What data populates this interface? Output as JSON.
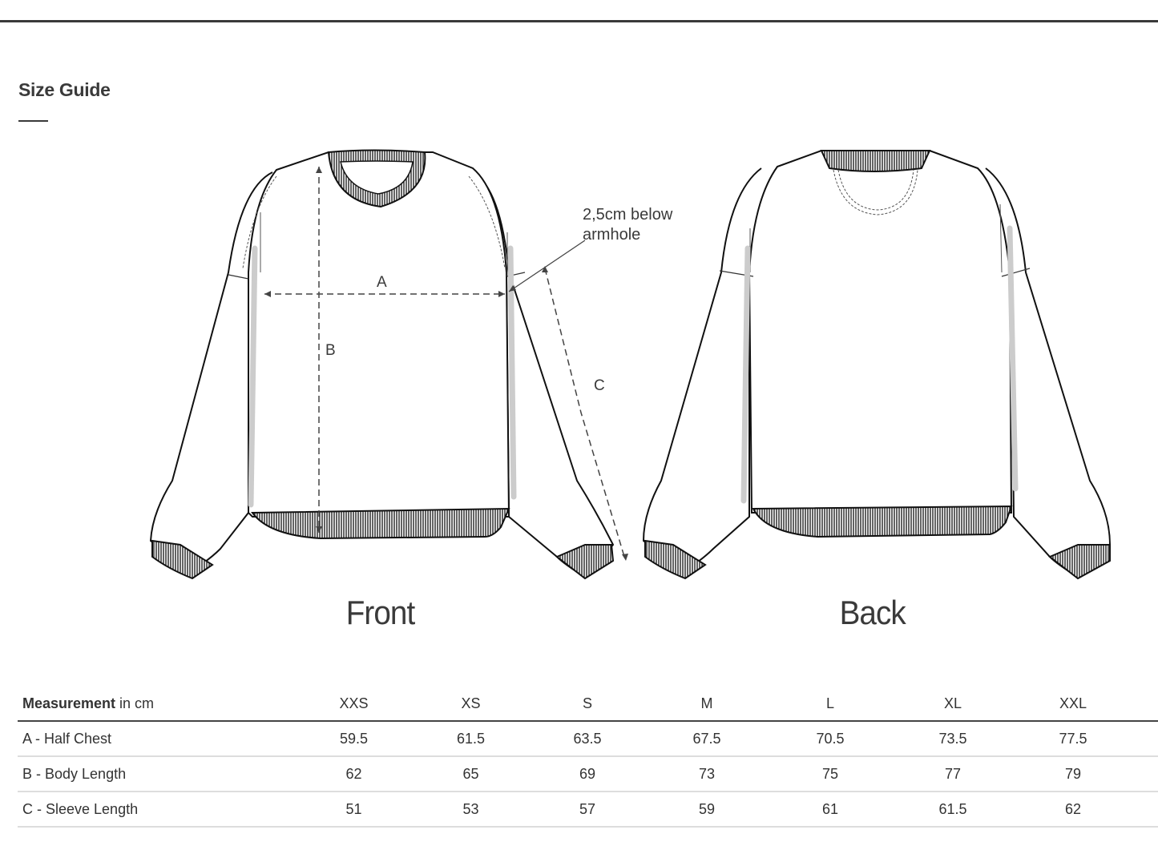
{
  "header": {
    "title": "Size Guide"
  },
  "diagram": {
    "front": {
      "label": "Front",
      "annotation_line1": "2,5cm below",
      "annotation_line2": "armhole",
      "measure_a": "A",
      "measure_b": "B",
      "measure_c": "C"
    },
    "back": {
      "label": "Back"
    }
  },
  "table": {
    "header_bold": "Measurement",
    "header_unit": " in cm",
    "sizes": [
      "XXS",
      "XS",
      "S",
      "M",
      "L",
      "XL",
      "XXL"
    ],
    "rows": [
      {
        "label": "A - Half Chest",
        "values": [
          "59.5",
          "61.5",
          "63.5",
          "67.5",
          "70.5",
          "73.5",
          "77.5"
        ]
      },
      {
        "label": "B - Body Length",
        "values": [
          "62",
          "65",
          "69",
          "73",
          "75",
          "77",
          "79"
        ]
      },
      {
        "label": "C - Sleeve Length",
        "values": [
          "51",
          "53",
          "57",
          "59",
          "61",
          "61.5",
          "62"
        ]
      }
    ]
  },
  "colors": {
    "text": "#333333",
    "rule_dark": "#3a3a3a",
    "rule_light": "#dddddd"
  }
}
